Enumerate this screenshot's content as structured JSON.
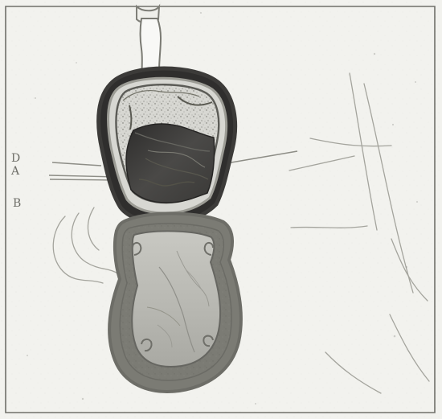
{
  "illustration": {
    "labels": {
      "d": "D",
      "a": "A",
      "b": "B"
    },
    "colors": {
      "paper": "#f2f2ee",
      "outline": "#7b7b74",
      "dark_mass": "#3e3d3b",
      "sac_fill": "#b5b5af",
      "speckle": "#8b8b84"
    }
  }
}
